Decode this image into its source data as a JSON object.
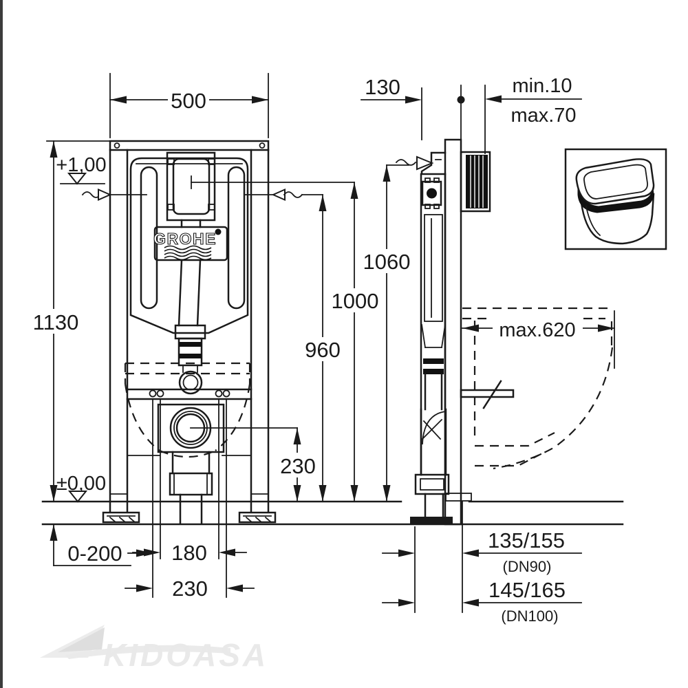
{
  "drawing": {
    "brand_logo": "GROHE",
    "watermark": "KIDOASA",
    "dimensions": {
      "front_width": "500",
      "front_height": "1130",
      "datum_button": "+1,00",
      "datum_floor": "±0,00",
      "foot_adjust_range": "0-200",
      "bolt_spacing": "180",
      "outlet_offset": "230",
      "outlet_height": "230",
      "height_960": "960",
      "height_1000": "1000",
      "height_1060": "1060",
      "frame_depth": "130",
      "wall_finish_min": "min.10",
      "wall_finish_max": "max.70",
      "bowl_max_depth": "max.620",
      "drain_dn90": "135/155",
      "drain_dn90_note": "(DN90)",
      "drain_dn100": "145/165",
      "drain_dn100_note": "(DN100)"
    }
  }
}
